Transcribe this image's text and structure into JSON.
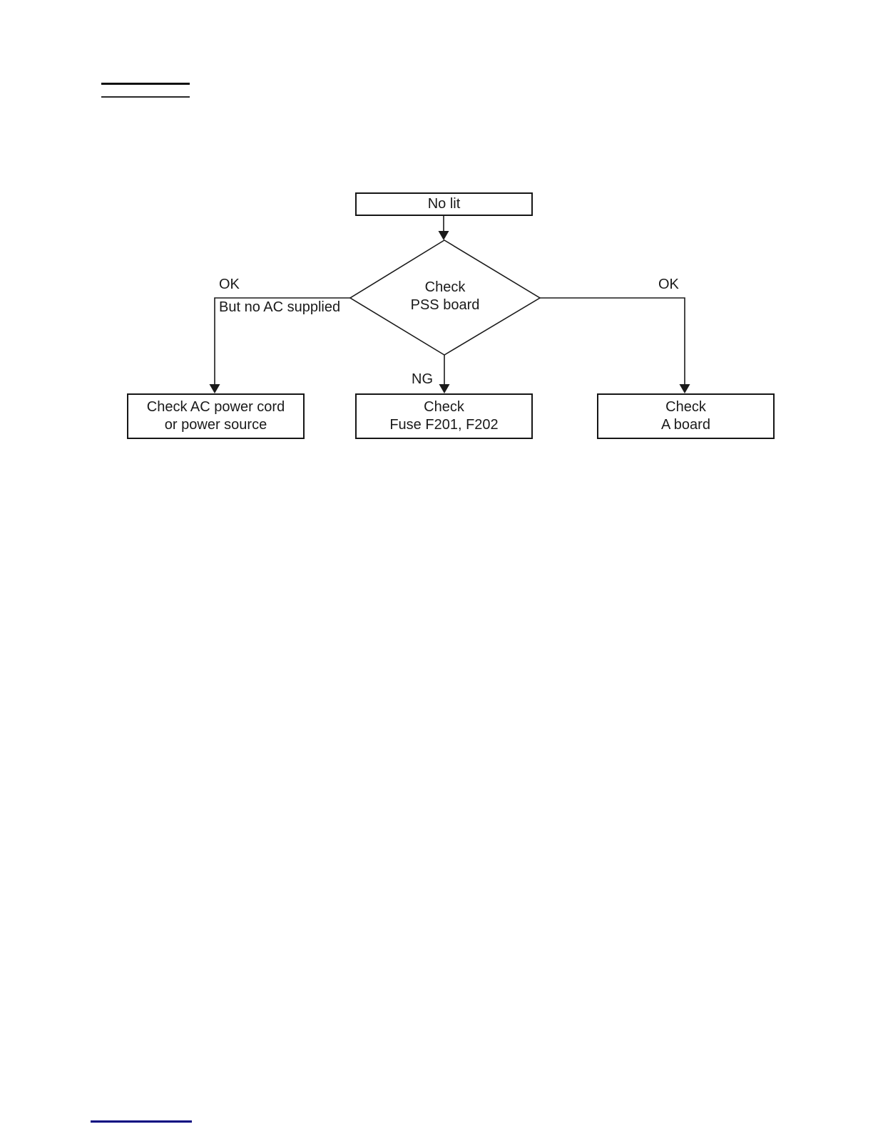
{
  "flowchart": {
    "start": {
      "label": "No lit"
    },
    "decision": {
      "line1": "Check",
      "line2": "PSS board"
    },
    "edges": {
      "left_ok": "OK",
      "left_note": "But no AC supplied",
      "right_ok": "OK",
      "down_ng": "NG"
    },
    "outcomes": {
      "ac_power": {
        "line1": "Check AC power cord",
        "line2": "or power source"
      },
      "fuse": {
        "line1": "Check",
        "line2": "Fuse F201, F202"
      },
      "a_board": {
        "line1": "Check",
        "line2": "A board"
      }
    }
  },
  "colors": {
    "background": "#ffffff",
    "diagram_line": "#1a1a1a",
    "header_rule": "#111111",
    "footer_rule": "#000080"
  }
}
